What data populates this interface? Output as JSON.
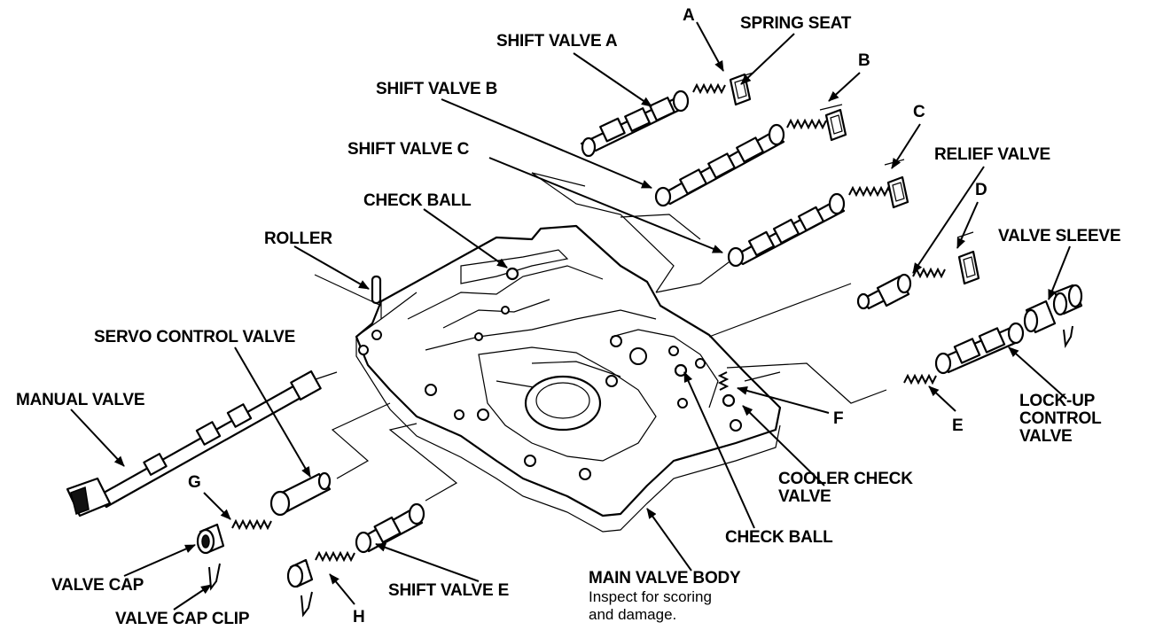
{
  "labels": {
    "shift_valve_a": "SHIFT VALVE A",
    "shift_valve_b": "SHIFT VALVE B",
    "shift_valve_c": "SHIFT VALVE C",
    "check_ball_top": "CHECK BALL",
    "roller": "ROLLER",
    "servo_control_valve": "SERVO CONTROL VALVE",
    "manual_valve": "MANUAL VALVE",
    "g": "G",
    "valve_cap": "VALVE CAP",
    "valve_cap_clip": "VALVE CAP CLIP",
    "h": "H",
    "shift_valve_e": "SHIFT VALVE E",
    "a": "A",
    "spring_seat": "SPRING SEAT",
    "b": "B",
    "c": "C",
    "relief_valve": "RELIEF VALVE",
    "d": "D",
    "valve_sleeve": "VALVE SLEEVE",
    "lockup_line1": "LOCK-UP",
    "lockup_line2": "CONTROL",
    "lockup_line3": "VALVE",
    "e": "E",
    "f": "F",
    "cooler_line1": "COOLER CHECK",
    "cooler_line2": "VALVE",
    "check_ball_bottom": "CHECK BALL",
    "main_valve_body": "MAIN VALVE BODY",
    "inspect_line1": "Inspect for scoring",
    "inspect_line2": "and damage."
  }
}
